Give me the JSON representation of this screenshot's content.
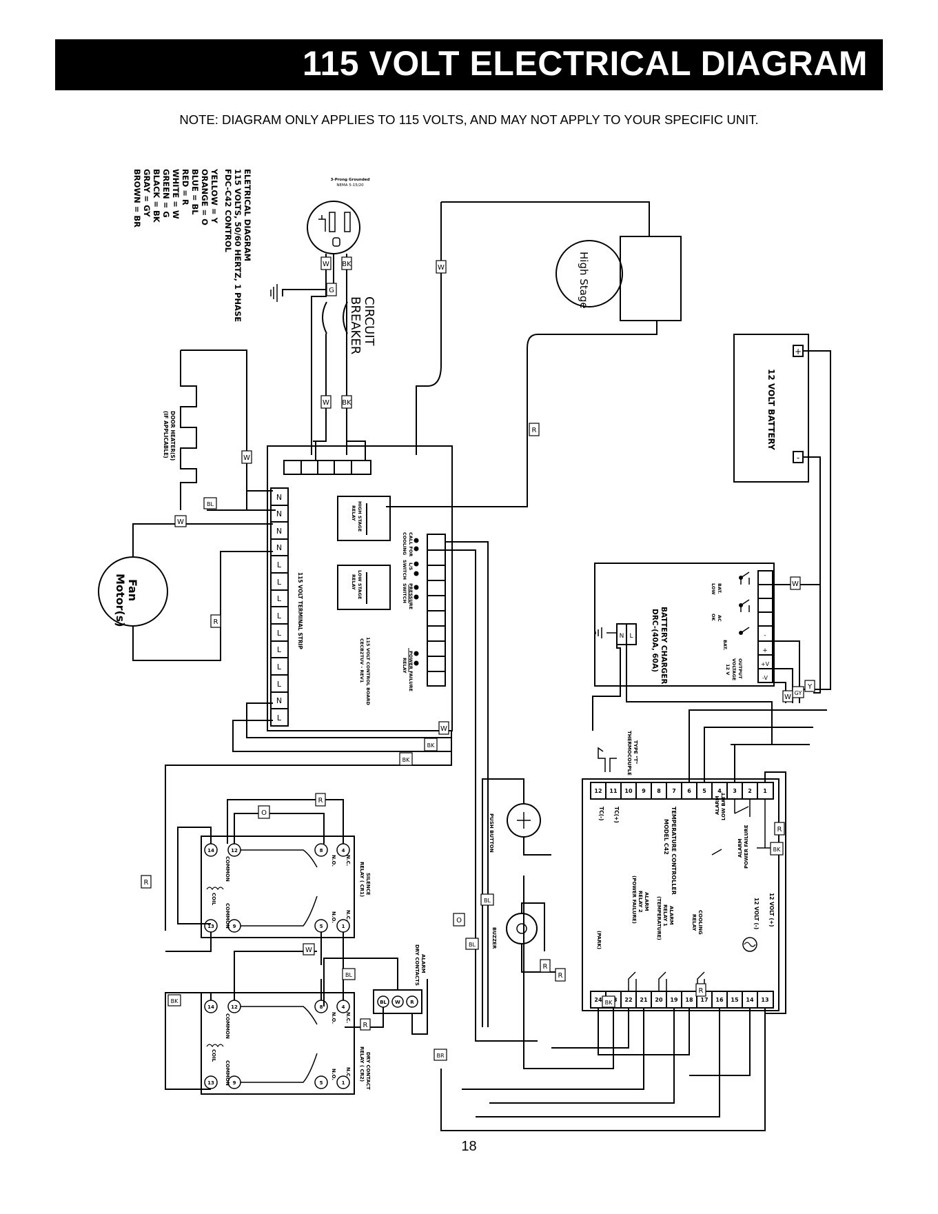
{
  "header": {
    "title": "115 VOLT ELECTRICAL DIAGRAM",
    "note": "NOTE: DIAGRAM ONLY APPLIES TO 115 VOLTS, AND MAY NOT APPLY TO YOUR SPECIFIC UNIT."
  },
  "legend": {
    "title": "ELETRICAL DIAGRAM",
    "spec": "115 VOLTS, 50/60 HERTZ, 1 PHASE",
    "control": "FDC-C42 CONTROL",
    "colors": [
      "YELLOW = Y",
      "ORANGE = O",
      "BLUE = BL",
      "RED = R",
      "WHITE = W",
      "GREEN = G",
      "BLACK = BK",
      "GRAY = GY",
      "BROWN = BR"
    ]
  },
  "plug": {
    "label1": "3-Prong Grounded",
    "label2": "NEMA 5-15/20"
  },
  "breaker": {
    "label1": "CIRCUIT",
    "label2": "BREAKER"
  },
  "compressor": {
    "label": "High Stage"
  },
  "battery": {
    "label": "12 VOLT BATTERY",
    "plus": "+",
    "minus": "-"
  },
  "door_heaters": {
    "label1": "DOOR HEATER(S)",
    "label2": "(IF APPLICABLE)"
  },
  "fan_motor": {
    "label1": "Fan",
    "label2": "Motor(s)"
  },
  "control_board": {
    "terminal_strip_label": "115 VOLT TERMINAL STRIP",
    "terminals": [
      "N",
      "N",
      "N",
      "N",
      "L",
      "L",
      "L",
      "L",
      "L",
      "L",
      "L",
      "L",
      "N",
      "L"
    ],
    "high_stage_relay": [
      "HIGH STAGE",
      "RELAY"
    ],
    "low_stage_relay": [
      "LOW STAGE",
      "RELAY"
    ],
    "call_for_cooling": [
      "CALL FOR",
      "COOLING"
    ],
    "ls_switch": [
      "L/S",
      "SWITCH"
    ],
    "pressure_switch": [
      "PRESSURE",
      "SWITCH"
    ],
    "power_failure_relay": [
      "POWER FAILURE",
      "RELAY"
    ],
    "board_label": [
      "115 VOLT CONTROL BOARD",
      "CECB2TUV - REV1"
    ]
  },
  "battery_charger": {
    "label1": "BATTERY CHARGER",
    "label2": "DRC-(40A, 60A)",
    "bat_low": [
      "BAT.",
      "LOW"
    ],
    "ac_ok": [
      "AC",
      "OK"
    ],
    "bat": "BAT.",
    "output_voltage": [
      "OUTPUT",
      "VOLTAGE",
      "12 V"
    ],
    "terminals": [
      "-V",
      "+V",
      "+",
      "-"
    ],
    "input_terminals": [
      "L",
      "N"
    ]
  },
  "thermocouple": {
    "label1": "TYPE \"T\"",
    "label2": "THERMOCOUPLE"
  },
  "temperature_controller": {
    "label1": "TEMPERATURE CONTROLLER",
    "label2": "MODEL C42",
    "top_terminals": [
      "12",
      "11",
      "10",
      "9",
      "8",
      "7",
      "6",
      "5",
      "4",
      "3",
      "2",
      "1"
    ],
    "bottom_terminals": [
      "24",
      "23",
      "22",
      "21",
      "20",
      "19",
      "18",
      "17",
      "16",
      "15",
      "14",
      "13"
    ],
    "tc_plus": "TC(+)",
    "tc_minus": "TC(-)",
    "low_batt_alarm": [
      "LOW BATT",
      "ALARM"
    ],
    "power_failure_alarm": [
      "POWER FAILURE",
      "ALARM"
    ],
    "v12_plus": "12 VOLT (+)",
    "v12_minus": "12 VOLT (-)",
    "cooling_relay": [
      "COOLING",
      "RELAY"
    ],
    "alarm_relay1": [
      "ALARM",
      "RELAY 1",
      "(TEMPERATURE)"
    ],
    "alarm_relay2": [
      "ALARM",
      "RELAY 2",
      "(POWER FAILURE)"
    ],
    "park": "(PARK)"
  },
  "push_button": "PUSH BUTTON",
  "buzzer": "BUZZER",
  "alarm_dry_contacts": {
    "label1": "ALARM",
    "label2": "DRY CONTACTS",
    "terminals": [
      "BL",
      "W",
      "R"
    ]
  },
  "relay_common": {
    "common": "COMMON",
    "coil": "COIL",
    "nc": "N.C.",
    "no": "N.O.",
    "pins": [
      "14",
      "12",
      "8",
      "4",
      "13",
      "9",
      "5",
      "1"
    ]
  },
  "silence_relay": {
    "label1": "SILENCE",
    "label2": "RELAY ( CR1)"
  },
  "dry_contact_relay": {
    "label1": "DRY CONTACT",
    "label2": "RELAY ( CR2)"
  },
  "wire_tags": {
    "BK": "BK",
    "W": "W",
    "G": "G",
    "R": "R",
    "BL": "BL",
    "O": "O",
    "Y": "Y",
    "GY": "GY",
    "BR": "BR"
  },
  "page_number": "18"
}
